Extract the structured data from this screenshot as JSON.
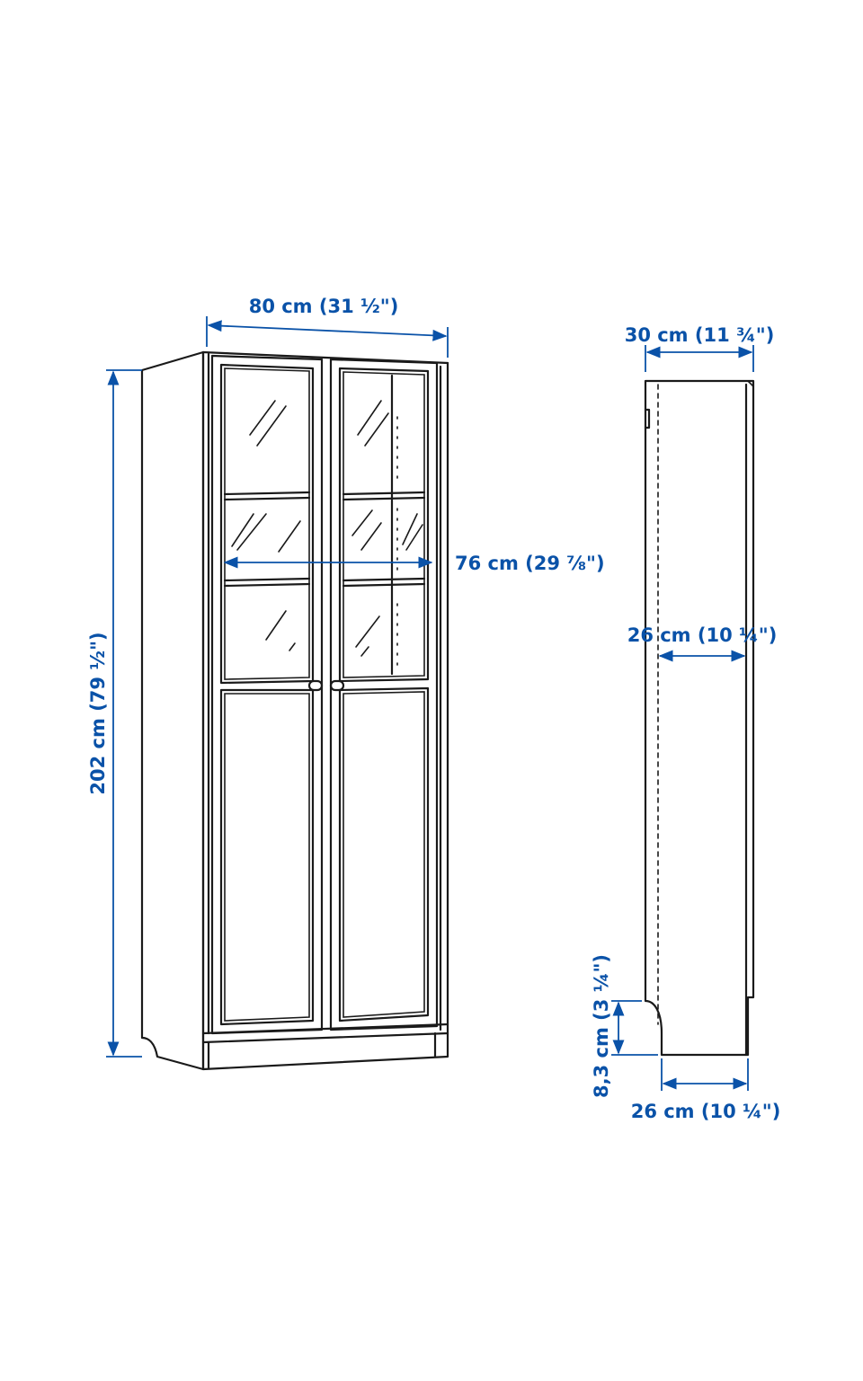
{
  "dimensions": {
    "width_total": "80 cm (31 ½\")",
    "height_total": "202 cm (79 ½\")",
    "inner_width": "76 cm (29 ⅞\")",
    "depth_total": "30 cm (11 ¾\")",
    "inner_depth": "26 cm (10 ¼\")",
    "plinth_height": "8,3 cm (3 ¼\")",
    "plinth_depth": "26 cm (10 ¼\")"
  },
  "colors": {
    "dimension": "#0a52a8",
    "line": "#1a1a1a",
    "background": "#ffffff"
  }
}
